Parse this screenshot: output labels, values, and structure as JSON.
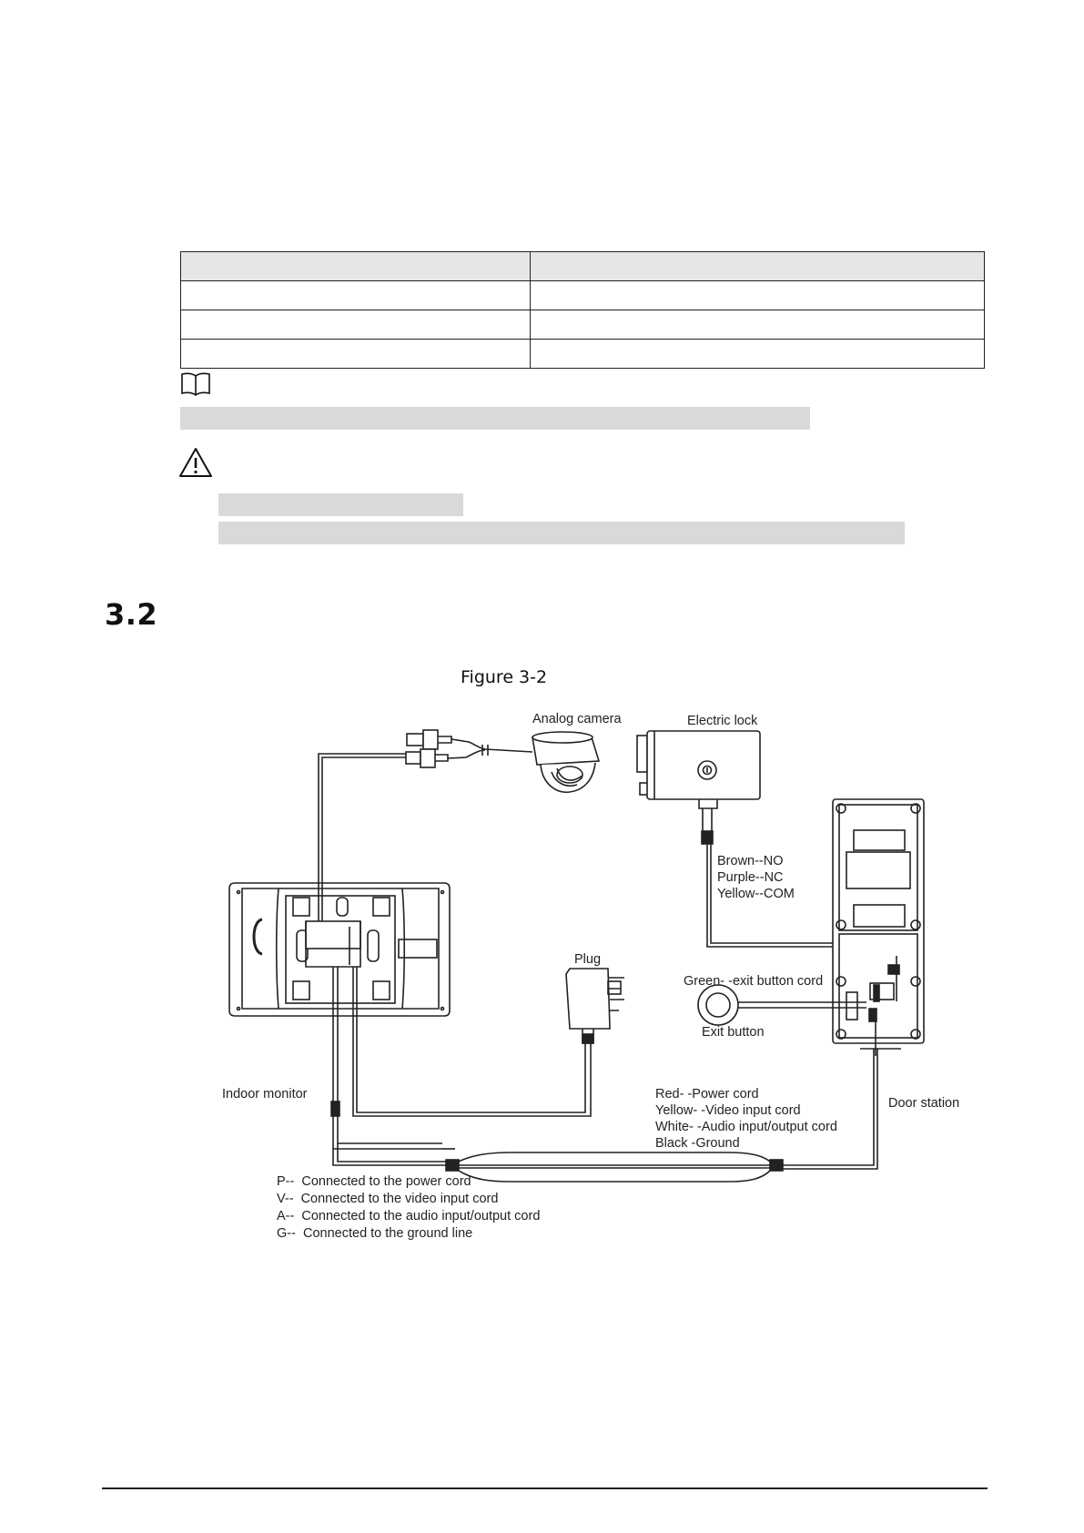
{
  "section": {
    "number": "3.2"
  },
  "figure": {
    "caption": "Figure 3-2",
    "labels": {
      "analog_camera": "Analog camera",
      "electric_lock": "Electric lock",
      "lock_wire_1": "Brown--NO",
      "lock_wire_2": "Purple--NC",
      "lock_wire_3": "Yellow--COM",
      "plug": "Plug",
      "exit_button_cord": "Green- -exit button cord",
      "exit_button": "Exit button",
      "indoor_monitor": "Indoor monitor",
      "door_station": "Door station",
      "cable_1": "Red- -Power cord",
      "cable_2": "Yellow- -Video input cord",
      "cable_3": "White- -Audio input/output cord",
      "cable_4": "Black -Ground",
      "legend_p": "P--  Connected to the power cord",
      "legend_v": "V--  Connected to the video input cord",
      "legend_a": "A--  Connected to the audio input/output cord",
      "legend_g": "G--  Connected to the ground line"
    }
  }
}
